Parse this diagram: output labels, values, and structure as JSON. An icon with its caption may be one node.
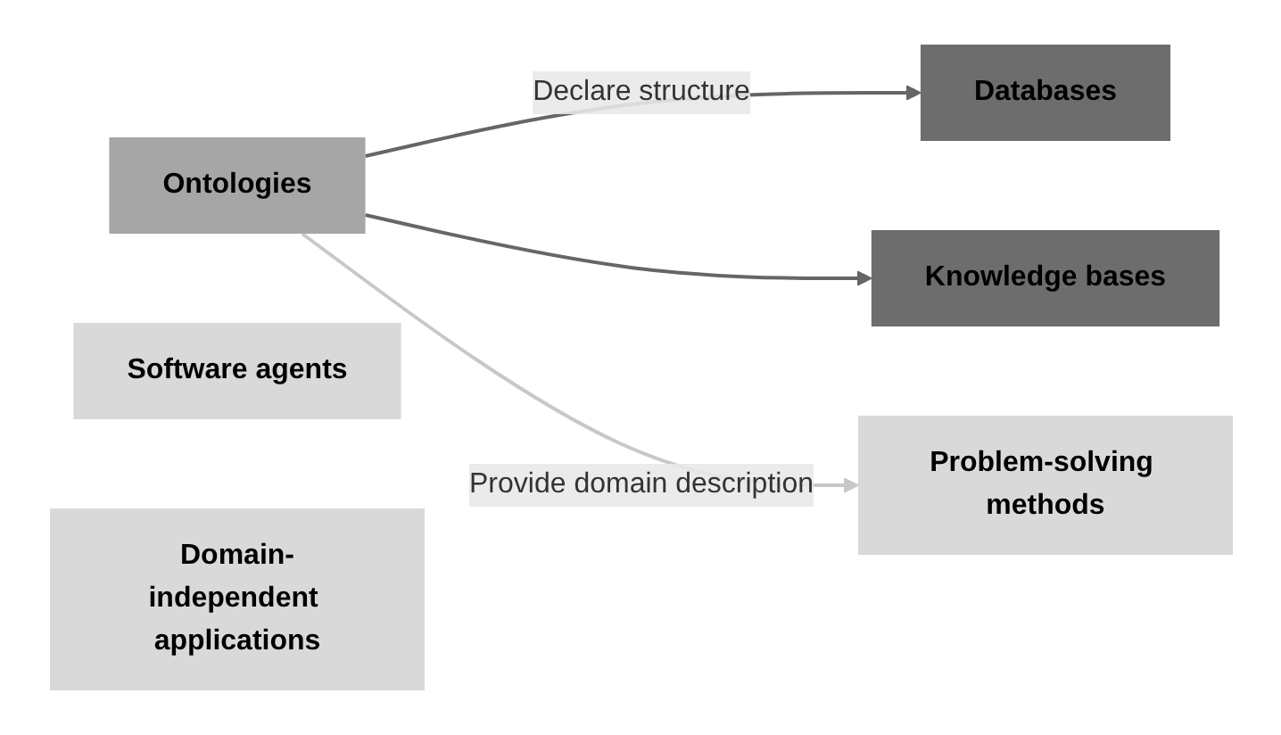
{
  "diagram": {
    "nodes": [
      {
        "text": [
          "Ontologies"
        ]
      },
      {
        "text": [
          "Databases"
        ]
      },
      {
        "text": [
          "Knowledge bases"
        ]
      },
      {
        "text": [
          "Software agents"
        ]
      },
      {
        "text": [
          "Problem-solving methods"
        ]
      },
      {
        "text": [
          "Domain-independent applications"
        ]
      }
    ],
    "edges": [
      {
        "from": 0,
        "to": 1,
        "arrow": "to",
        "label": "Declare structure",
        "color": "#666666"
      },
      {
        "from": 0,
        "to": 2,
        "arrow": "to",
        "color": "#666666"
      },
      {
        "from": 0,
        "to": 4,
        "arrow": "to",
        "label": "Provide domain description",
        "color": "#c8c8c8"
      }
    ]
  }
}
